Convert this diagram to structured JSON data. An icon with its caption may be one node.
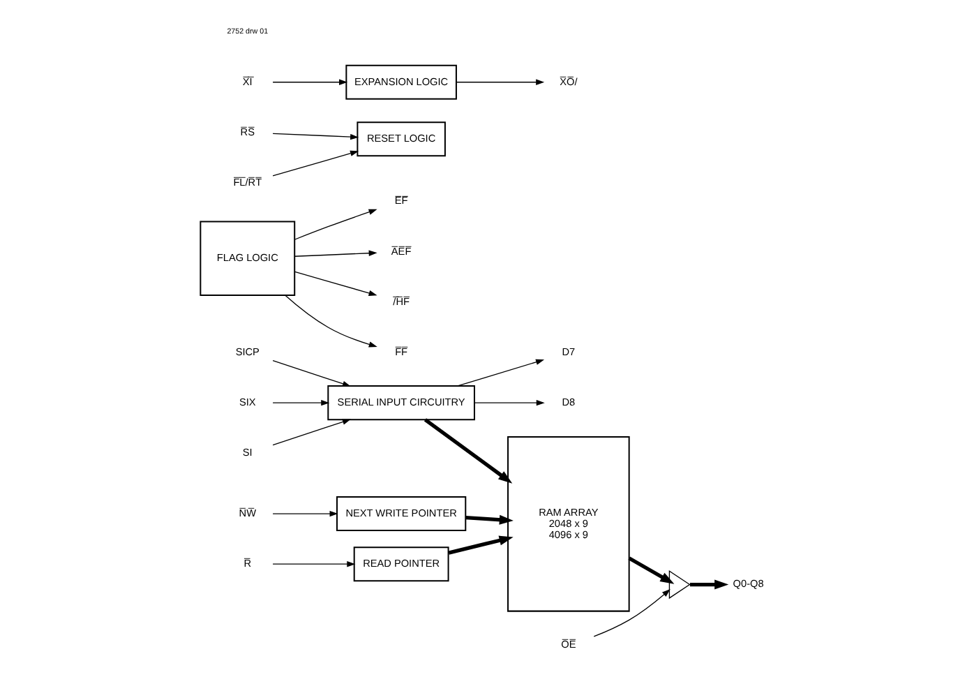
{
  "diagram": {
    "nodes": [
      {
        "text": [
          "SICP"
        ]
      },
      {
        "text": [
          "SIX"
        ]
      },
      {
        "text": [
          "SI"
        ]
      },
      {
        "text": [
          "SERIAL INPUT CIRCUITRY"
        ]
      },
      {
        "text": [
          "D7"
        ]
      },
      {
        "text": [
          "D8"
        ]
      },
      {
        "text": [
          "FLAG LOGIC"
        ]
      },
      {
        "text": [
          "E̅F̅"
        ]
      },
      {
        "text": [
          "A̅E̅F̅"
        ]
      },
      {
        "text": [
          "/̅H̅F̅"
        ]
      },
      {
        "text": [
          "F̅F̅"
        ]
      },
      {
        "text": [
          "N̅W̅"
        ]
      },
      {
        "text": [
          "NEXT WRITE POINTER"
        ]
      },
      {
        "text": [
          "RAM ARRAY",
          "2048 x 9",
          "4096 x 9"
        ]
      },
      {
        "text": [
          "READ POINTER"
        ]
      },
      {
        "text": [
          "R̅"
        ]
      },
      {
        "text": [
          "R̅S̅"
        ]
      },
      {
        "text": [
          "F̅L̅/R̅T̅"
        ]
      },
      {
        "text": [
          "RESET LOGIC"
        ]
      },
      {
        "text": [],
        "shape": "triangle"
      },
      {
        "text": [
          "O̅E̅"
        ]
      },
      {
        "text": [
          "Q0-Q8"
        ]
      },
      {
        "text": [
          "X̅I̅"
        ]
      },
      {
        "text": [
          "EXPANSION LOGIC"
        ]
      },
      {
        "text": [
          "X̅O̅/"
        ]
      }
    ],
    "edges": [
      {
        "from": 0,
        "to": 3,
        "arrow": "to"
      },
      {
        "from": 1,
        "to": 3,
        "arrow": "to"
      },
      {
        "from": 2,
        "to": 3,
        "arrow": "to"
      },
      {
        "from": 3,
        "to": 4,
        "arrow": "to"
      },
      {
        "from": 3,
        "to": 5,
        "arrow": "to"
      },
      {
        "from": 3,
        "to": 13,
        "arrow": "to",
        "style": "thick"
      },
      {
        "from": 6,
        "to": 7,
        "arrow": "to"
      },
      {
        "from": 6,
        "to": 8,
        "arrow": "to"
      },
      {
        "from": 6,
        "to": 9,
        "arrow": "to"
      },
      {
        "from": 6,
        "to": 10,
        "arrow": "to"
      },
      {
        "from": 11,
        "to": 12,
        "arrow": "to"
      },
      {
        "from": 12,
        "to": 13,
        "arrow": "to",
        "style": "thick"
      },
      {
        "from": 15,
        "to": 14,
        "arrow": "to"
      },
      {
        "from": 14,
        "to": 13,
        "arrow": "to",
        "style": "thick"
      },
      {
        "from": 16,
        "to": 18,
        "arrow": "to"
      },
      {
        "from": 17,
        "to": 18,
        "arrow": "to"
      },
      {
        "from": 13,
        "to": 19,
        "arrow": "to",
        "style": "thick"
      },
      {
        "from": 20,
        "to": 19,
        "arrow": "to"
      },
      {
        "from": 19,
        "to": 21,
        "arrow": "to",
        "style": "thick"
      },
      {
        "from": 22,
        "to": 23,
        "arrow": "to"
      },
      {
        "from": 23,
        "to": 24,
        "arrow": "to"
      }
    ],
    "labels": [
      "2752 drw 01"
    ]
  }
}
